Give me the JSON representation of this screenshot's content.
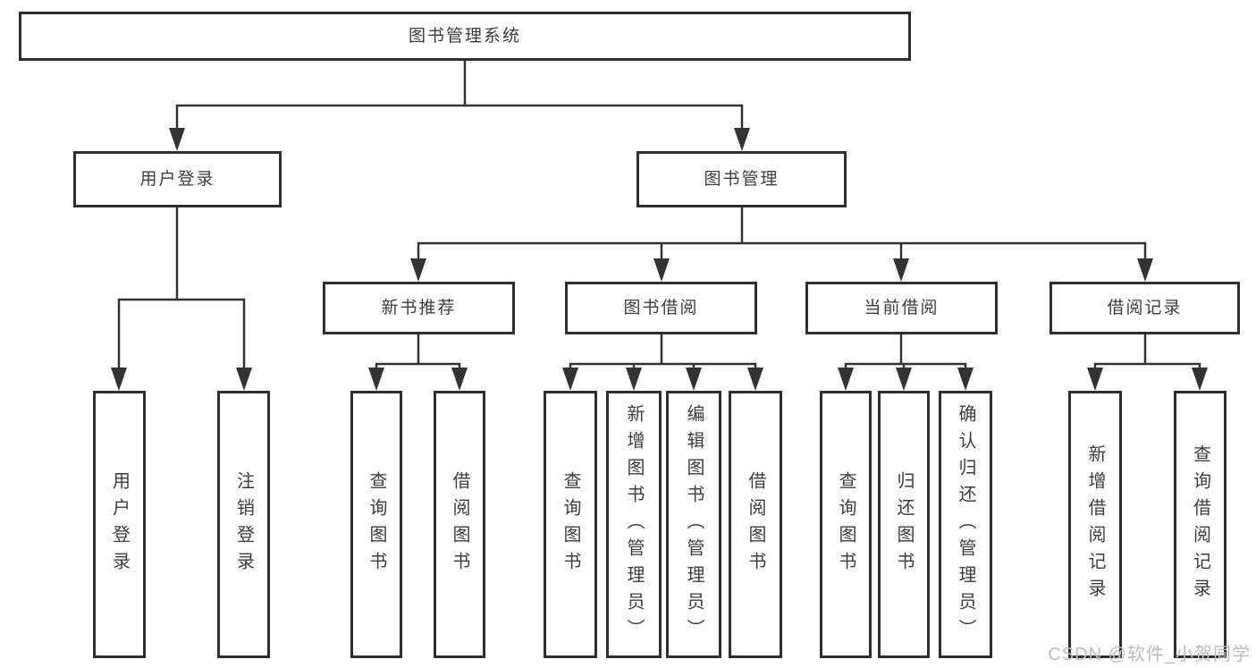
{
  "diagram": {
    "root": {
      "label": "图书管理系统"
    },
    "level2": [
      {
        "label": "用户登录"
      },
      {
        "label": "图书管理"
      }
    ],
    "level3": [
      {
        "label": "新书推荐"
      },
      {
        "label": "图书借阅"
      },
      {
        "label": "当前借阅"
      },
      {
        "label": "借阅记录"
      }
    ],
    "leaves": [
      {
        "label": "用户登录"
      },
      {
        "label": "注销登录"
      },
      {
        "label": "查询图书"
      },
      {
        "label": "借阅图书"
      },
      {
        "label": "查询图书"
      },
      {
        "label": "新增图书（管理员）"
      },
      {
        "label": "编辑图书（管理员）"
      },
      {
        "label": "借阅图书"
      },
      {
        "label": "查询图书"
      },
      {
        "label": "归还图书"
      },
      {
        "label": "确认归还（管理员）"
      },
      {
        "label": "新增借阅记录"
      },
      {
        "label": "查询借阅记录"
      }
    ]
  },
  "watermark": {
    "text": "CSDN @软件_小贺同学"
  },
  "colors": {
    "border": "#2f2f2f",
    "line": "#333333",
    "text": "#3d3d3d",
    "watermark": "#bcbcbc",
    "background": "#ffffff"
  }
}
